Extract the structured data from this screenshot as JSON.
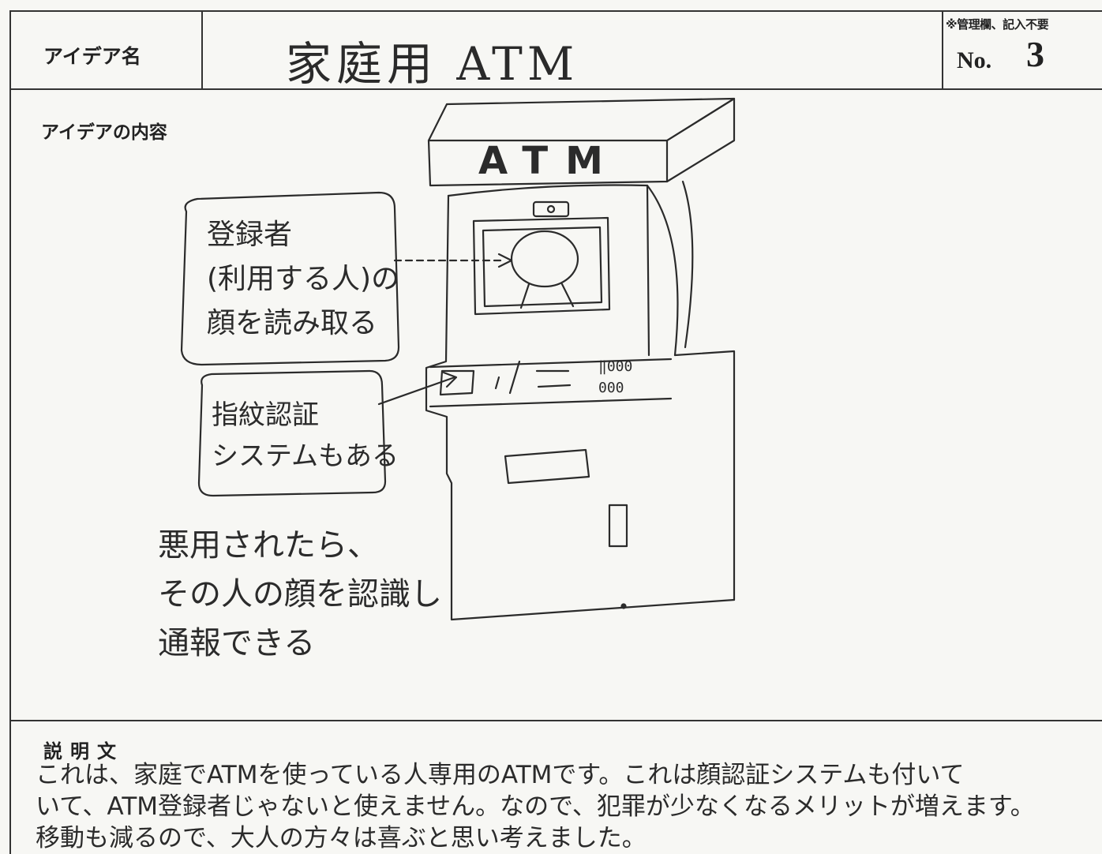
{
  "header": {
    "label": "アイデア名",
    "title": "家庭用 ATM",
    "management_note": "※管理欄、記入不要",
    "no_label": "No.",
    "no_value": "3"
  },
  "content": {
    "heading": "アイデアの内容",
    "atm_sign": "ATM",
    "callout_face": [
      "登録者",
      "(利用する人)の",
      "顔を読み取る"
    ],
    "callout_finger": [
      "指紋認証",
      "システムもある"
    ],
    "note": [
      "悪用されたら、",
      "その人の顔を認識し",
      "通報できる"
    ]
  },
  "description": {
    "heading": "説明文",
    "lines": [
      "これは、家庭でATMを使っている人専用のATMです。これは顔認証システムも付いて",
      "いて、ATM登録者じゃないと使えません。なので、犯罪が少なくなるメリットが増えます。",
      "移動も減るので、大人の方々は喜ぶと思い考えました。"
    ]
  },
  "colors": {
    "ink": "#2b2b2b",
    "paper": "#f7f7f4",
    "rule": "#333333"
  }
}
